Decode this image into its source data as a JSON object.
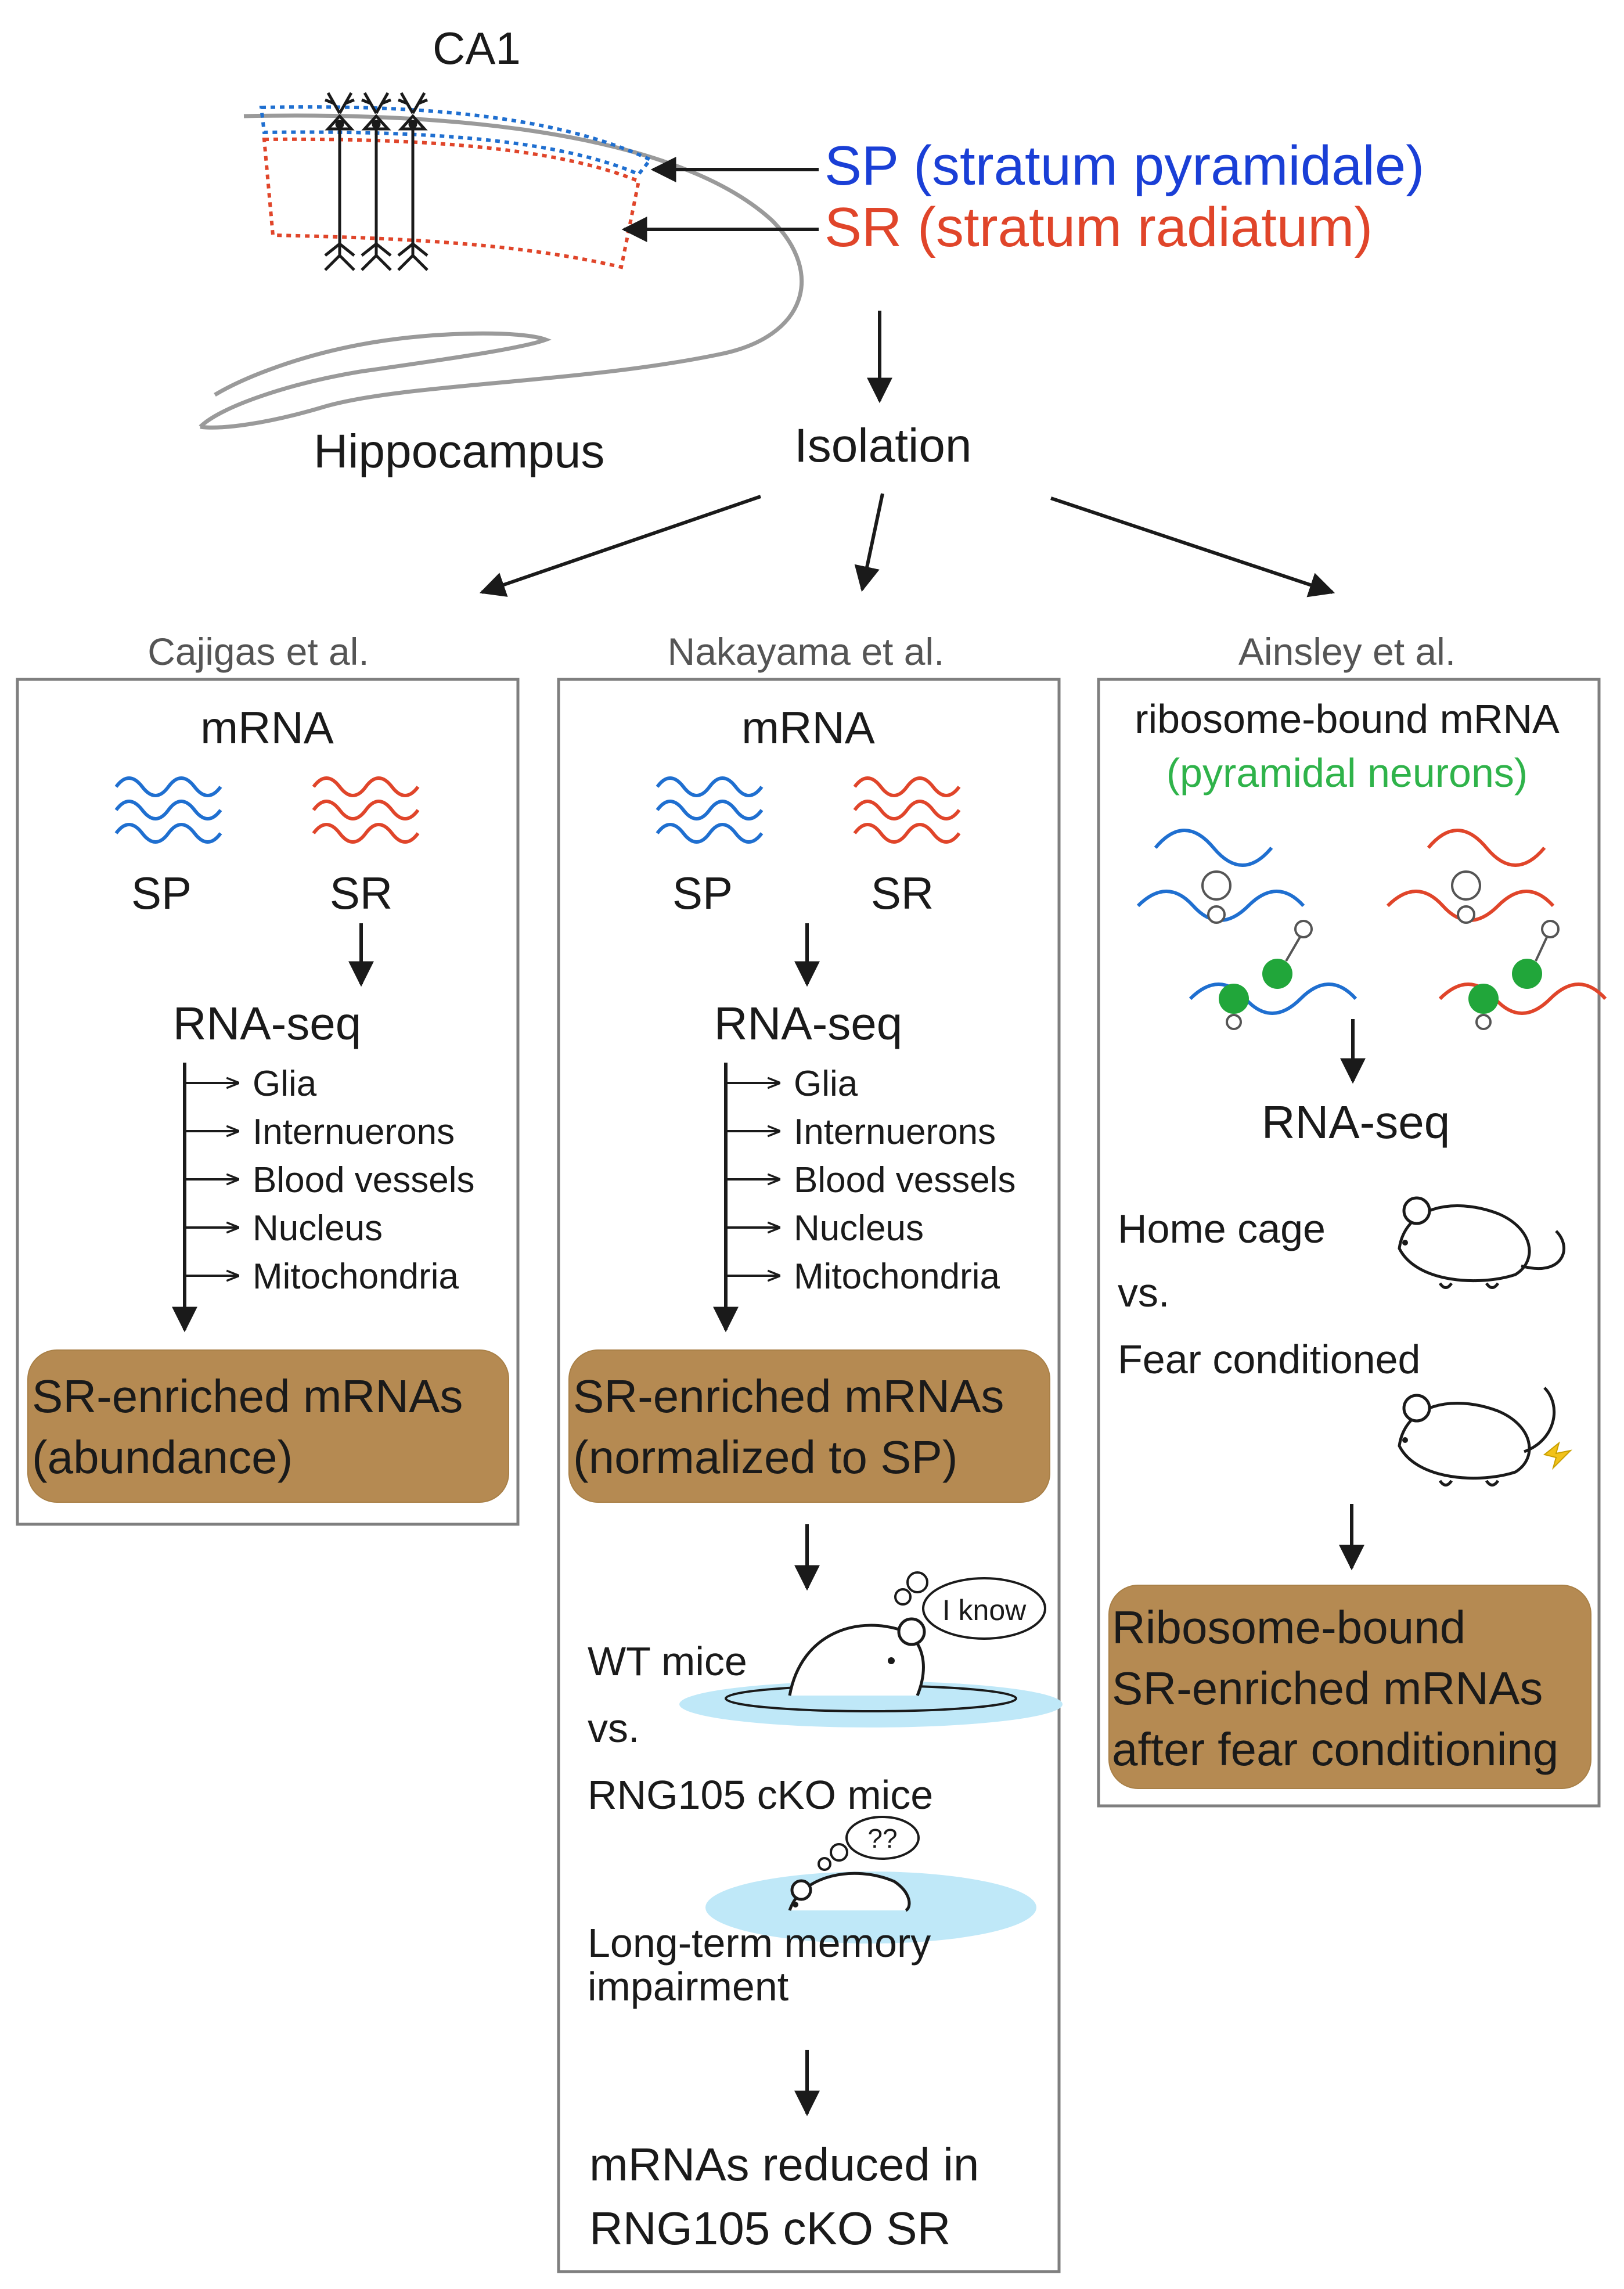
{
  "top": {
    "ca1_label": "CA1",
    "sp_label": "SP (stratum pyramidale)",
    "sr_label": "SR (stratum radiatum)",
    "hippocampus_label": "Hippocampus",
    "isolation_label": "Isolation"
  },
  "colors": {
    "sp_blue": "#1f6fd0",
    "sr_red": "#e0452a",
    "sp_text_blue": "#1a3fd6",
    "green_text": "#2fb34a",
    "ribosome_green": "#21a63a",
    "result_fill": "#b58a52",
    "water": "#bfe8f8"
  },
  "panels": [
    {
      "author": "Cajigas et al.",
      "mrna_label": "mRNA",
      "sp": "SP",
      "sr": "SR",
      "rnaseq": "RNA-seq",
      "removed": [
        "Glia",
        "Internuerons",
        "Blood vessels",
        "Nucleus",
        "Mitochondria"
      ],
      "result": [
        "SR-enriched mRNAs",
        "(abundance)"
      ]
    },
    {
      "author": "Nakayama et al.",
      "mrna_label": "mRNA",
      "sp": "SP",
      "sr": "SR",
      "rnaseq": "RNA-seq",
      "removed": [
        "Glia",
        "Internuerons",
        "Blood vessels",
        "Nucleus",
        "Mitochondria"
      ],
      "result": [
        "SR-enriched mRNAs",
        "(normalized to SP)"
      ],
      "wt_mice": "WT mice",
      "vs": "vs.",
      "bubble_know": "I know",
      "cko_mice": "RNG105 cKO mice",
      "bubble_confused": "??",
      "impairment": [
        "Long-term memory",
        "impairment"
      ],
      "final": [
        "mRNAs reduced in",
        "RNG105 cKO SR"
      ]
    },
    {
      "author": "Ainsley et al.",
      "title": "ribosome-bound mRNA",
      "subtitle": "(pyramidal neurons)",
      "rnaseq": "RNA-seq",
      "home_cage": "Home cage",
      "vs": "vs.",
      "fear": "Fear conditioned",
      "result": [
        "Ribosome-bound",
        "SR-enriched mRNAs",
        "after fear conditioning"
      ]
    }
  ]
}
